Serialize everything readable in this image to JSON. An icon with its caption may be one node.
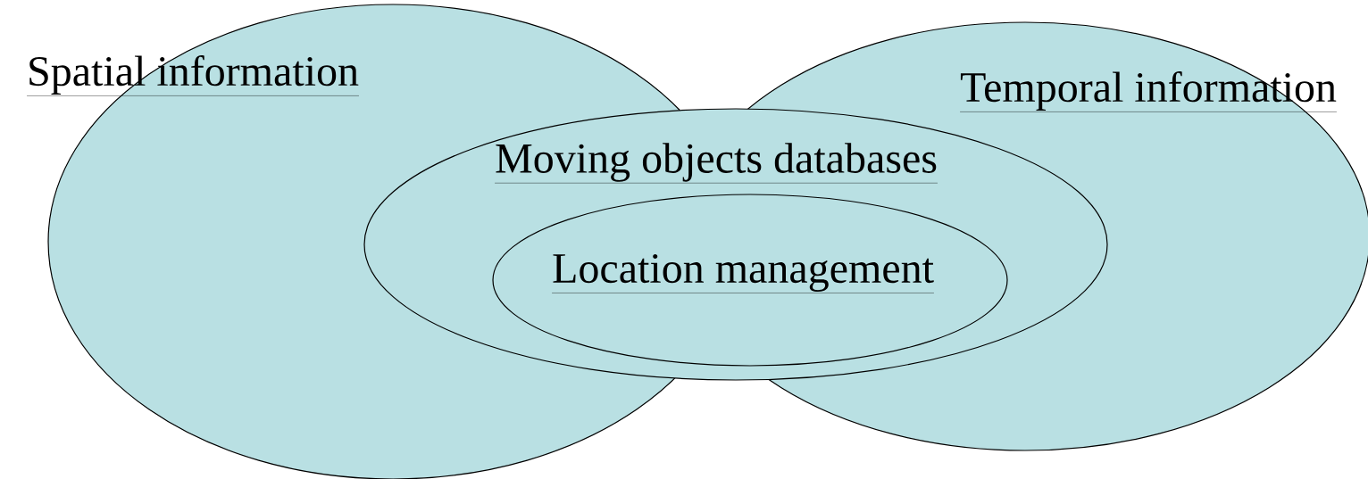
{
  "diagram": {
    "nodes": [
      {
        "text": [
          "Spatial information"
        ]
      },
      {
        "text": [
          "Temporal information"
        ]
      },
      {
        "text": [
          "Moving objects databases"
        ]
      },
      {
        "text": [
          "Location management"
        ],
        "in": 2
      }
    ]
  }
}
